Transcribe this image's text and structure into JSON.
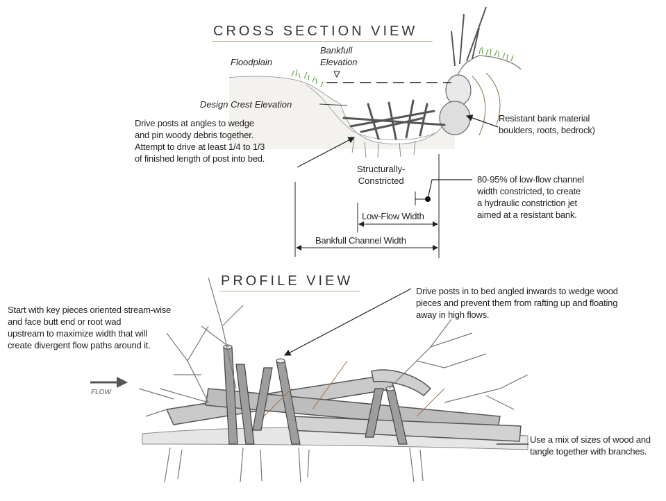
{
  "cross_section": {
    "title": "CROSS SECTION VIEW",
    "floodplain": "Floodplain",
    "bankfull_elevation": [
      "Bankfull",
      "Elevation"
    ],
    "design_crest": "Design Crest Elevation",
    "drive_posts_note": [
      "Drive posts at angles to wedge",
      "and pin woody debris together.",
      "Attempt to drive at least 1/4 to 1/3",
      "of finished length of post into bed."
    ],
    "resistant_bank": [
      "Resistant bank material",
      "boulders, roots, bedrock)"
    ],
    "structurally_constricted": [
      "Structurally-",
      "Constricted"
    ],
    "constriction_note": [
      "80-95% of low-flow channel",
      "width constricted, to create",
      "a hydraulic constriction jet",
      "aimed at a resistant bank."
    ],
    "low_flow_width": "Low-Flow Width",
    "bankfull_channel_width": "Bankfull Channel Width"
  },
  "profile": {
    "title": "PROFILE VIEW",
    "start_note": [
      "Start with key pieces oriented stream-wise",
      "and face butt end or root wad",
      "upstream to maximize width that will",
      "create divergent flow paths around it."
    ],
    "drive_note": [
      "Drive posts in to bed angled inwards to wedge wood",
      "pieces and prevent them from rafting up and floating",
      "away in high flows."
    ],
    "flow": "FLOW",
    "mix_note": [
      "Use a mix of sizes of wood and",
      "tangle together with branches."
    ]
  },
  "colors": {
    "rule": "#b8a98a",
    "grass": "#6aa84f",
    "wood": "#8a8a8a"
  }
}
